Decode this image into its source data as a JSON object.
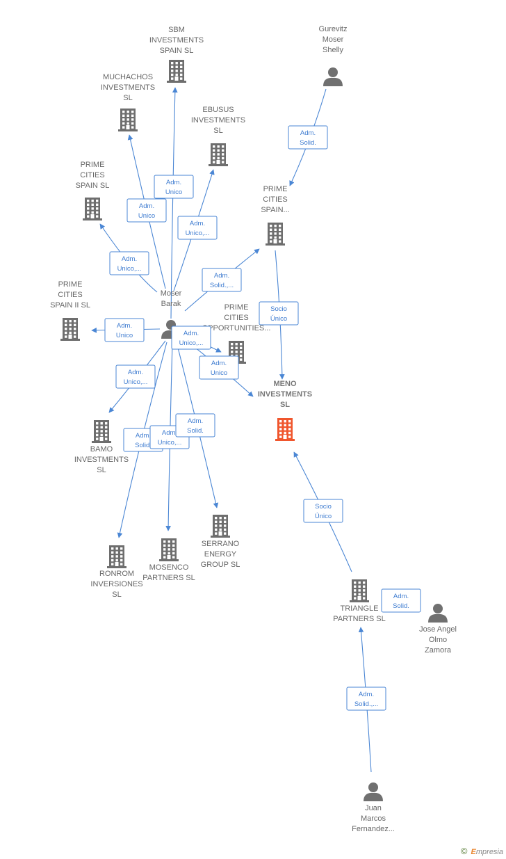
{
  "colors": {
    "edge": "#4a86d4",
    "company": "#6e6e6e",
    "person": "#707070",
    "main": "#f0562d"
  },
  "nodes": [
    {
      "id": "sbm",
      "type": "company",
      "lines": [
        "SBM",
        "INVESTMENTS",
        "SPAIN  SL"
      ]
    },
    {
      "id": "muchachos",
      "type": "company",
      "lines": [
        "MUCHACHOS",
        "INVESTMENTS",
        "SL"
      ]
    },
    {
      "id": "ebusus",
      "type": "company",
      "lines": [
        "EBUSUS",
        "INVESTMENTS",
        "SL"
      ]
    },
    {
      "id": "prime_spain_sl",
      "type": "company",
      "lines": [
        "PRIME",
        "CITIES",
        "SPAIN  SL"
      ]
    },
    {
      "id": "prime_spain2",
      "type": "company",
      "lines": [
        "PRIME",
        "CITIES",
        "SPAIN II  SL"
      ]
    },
    {
      "id": "prime_opp",
      "type": "company",
      "lines": [
        "PRIME",
        "CITIES",
        "OPPORTUNITIES..."
      ]
    },
    {
      "id": "prime_spain_dots",
      "type": "company",
      "lines": [
        "PRIME",
        "CITIES",
        "SPAIN..."
      ]
    },
    {
      "id": "gurevitz",
      "type": "person",
      "lines": [
        "Gurevitz",
        "Moser",
        "Shelly"
      ]
    },
    {
      "id": "moser",
      "type": "person",
      "lines": [
        "Moser",
        "Barak"
      ]
    },
    {
      "id": "meno",
      "type": "main",
      "lines": [
        "MENO",
        "INVESTMENTS",
        "SL"
      ]
    },
    {
      "id": "bamo",
      "type": "company",
      "lines": [
        "BAMO",
        "INVESTMENTS",
        "SL"
      ]
    },
    {
      "id": "ronrom",
      "type": "company",
      "lines": [
        "RONROM",
        "INVERSIONES",
        "SL"
      ]
    },
    {
      "id": "mosenco",
      "type": "company",
      "lines": [
        "MOSENCO",
        "PARTNERS  SL"
      ]
    },
    {
      "id": "serrano",
      "type": "company",
      "lines": [
        "SERRANO",
        "ENERGY",
        "GROUP  SL"
      ]
    },
    {
      "id": "triangle",
      "type": "company",
      "lines": [
        "TRIANGLE",
        "PARTNERS  SL"
      ]
    },
    {
      "id": "jose",
      "type": "person",
      "lines": [
        "Jose Angel",
        "Olmo",
        "Zamora"
      ]
    },
    {
      "id": "juan",
      "type": "person",
      "lines": [
        "Juan",
        "Marcos",
        "Fernandez..."
      ]
    }
  ],
  "edges": [
    {
      "from": "moser",
      "to": "sbm",
      "label": [
        "Adm.",
        "Unico"
      ]
    },
    {
      "from": "moser",
      "to": "muchachos",
      "label": [
        "Adm.",
        "Unico"
      ]
    },
    {
      "from": "moser",
      "to": "ebusus",
      "label": [
        "Adm.",
        "Unico,..."
      ]
    },
    {
      "from": "moser",
      "to": "prime_spain_sl",
      "label": [
        "Adm.",
        "Unico,..."
      ]
    },
    {
      "from": "moser",
      "to": "prime_spain2",
      "label": [
        "Adm.",
        "Unico"
      ]
    },
    {
      "from": "moser",
      "to": "prime_spain_dots",
      "label": [
        "Adm.",
        "Solid.,..."
      ]
    },
    {
      "from": "moser",
      "to": "prime_opp",
      "label": [
        "Adm.",
        "Unico,..."
      ]
    },
    {
      "from": "moser",
      "to": "meno",
      "label": [
        "Adm.",
        "Unico"
      ]
    },
    {
      "from": "moser",
      "to": "bamo",
      "label": [
        "Adm.",
        "Unico,..."
      ]
    },
    {
      "from": "moser",
      "to": "ronrom",
      "label": [
        "Adm.",
        "Solid."
      ]
    },
    {
      "from": "moser",
      "to": "mosenco",
      "label": [
        "Adm.",
        "Unico,..."
      ]
    },
    {
      "from": "moser",
      "to": "serrano",
      "label": [
        "Adm.",
        "Solid."
      ]
    },
    {
      "from": "gurevitz",
      "to": "prime_spain_dots",
      "label": [
        "Adm.",
        "Solid."
      ]
    },
    {
      "from": "prime_spain_dots",
      "to": "meno",
      "label": [
        "Socio",
        "Único"
      ]
    },
    {
      "from": "triangle",
      "to": "meno",
      "label": [
        "Socio",
        "Único"
      ]
    },
    {
      "from": "jose",
      "to": "triangle",
      "label": [
        "Adm.",
        "Solid."
      ]
    },
    {
      "from": "juan",
      "to": "triangle",
      "label": [
        "Adm.",
        "Solid.,..."
      ]
    }
  ],
  "credit": {
    "copyright": "©",
    "brand_first": "E",
    "brand_rest": "mpresia"
  }
}
